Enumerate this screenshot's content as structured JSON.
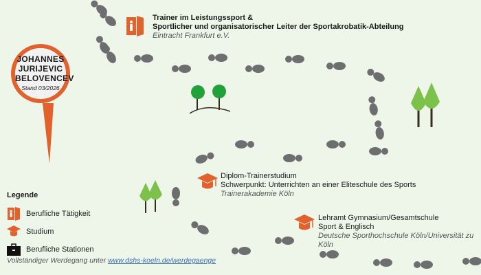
{
  "person": {
    "first": "JOHANNES",
    "middle": "JURIJEVIC",
    "last": "BELOVENCEV",
    "stand": "Stand 03/2026"
  },
  "stations": [
    {
      "type": "job",
      "line1": "Trainer im Leistungssport &",
      "line2": "Sportlicher und organisatorischer Leiter der Sportakrobatik-Abteilung",
      "org": "Eintracht Frankfurt e.V."
    },
    {
      "type": "study",
      "line1": "Diplom-Trainerstudium",
      "line2": "Schwerpunkt: Unterrichten an einer Eliteschule des Sports",
      "org": "Trainerakademie Köln"
    },
    {
      "type": "study",
      "line1": "Lehramt Gymnasium/Gesamtschule",
      "line2": "Sport & Englisch",
      "org": "Deutsche Sporthochschule Köln/Universität zu Köln"
    }
  ],
  "legend": {
    "title": "Legende",
    "items": [
      {
        "icon": "door-person-icon",
        "label": "Berufliche Tätigkeit"
      },
      {
        "icon": "graduation-cap-icon",
        "label": "Studium"
      },
      {
        "icon": "briefcase-icon",
        "label": "Berufliche Stationen"
      }
    ]
  },
  "footer": {
    "text": "Vollständiger Werdegang unter ",
    "link": "www.dshs-koeln.de/werdegaenge"
  },
  "colors": {
    "accent": "#e2622d",
    "footprint": "#6b6b6b",
    "tree": "#7cc24a",
    "background": "#eef6ea"
  }
}
